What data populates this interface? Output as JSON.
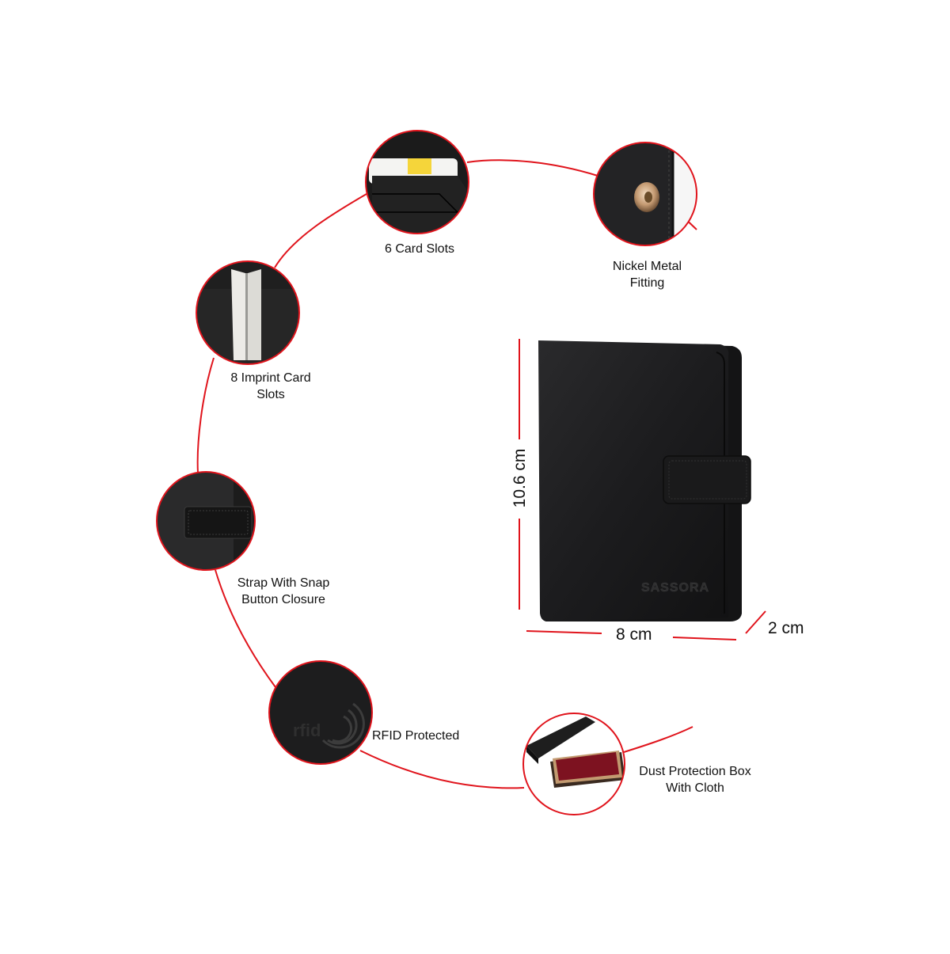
{
  "accent_color": "#e0141c",
  "features": [
    {
      "id": "card-slots",
      "label": "6 Card Slots"
    },
    {
      "id": "nickel-fitting",
      "label_line1": "Nickel Metal",
      "label_line2": "Fitting"
    },
    {
      "id": "imprint-slots",
      "label_line1": "8 Imprint Card",
      "label_line2": "Slots"
    },
    {
      "id": "strap-closure",
      "label_line1": "Strap With Snap",
      "label_line2": "Button Closure"
    },
    {
      "id": "rfid",
      "label": "RFID Protected"
    },
    {
      "id": "dust-box",
      "label_line1": "Dust Protection Box",
      "label_line2": "With Cloth"
    }
  ],
  "product": {
    "brand": "SASSORA",
    "height": "10.6 cm",
    "width": "8 cm",
    "depth": "2 cm"
  }
}
